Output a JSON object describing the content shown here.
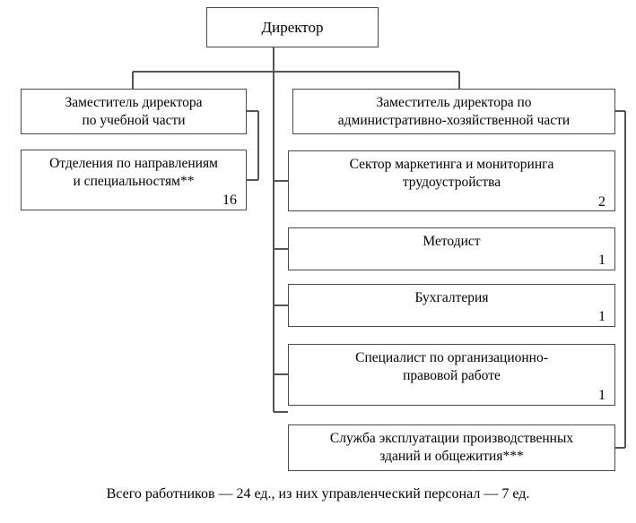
{
  "diagram": {
    "type": "org-chart",
    "title_box": {
      "label": "Директор",
      "count": ""
    },
    "left_branch": [
      {
        "id": "deputy-academic",
        "label": "Заместитель директора\nпо учебной части",
        "count": ""
      },
      {
        "id": "departments",
        "label": "Отделения по направлениям\nи специальностям**",
        "count": "16"
      }
    ],
    "right_branch": [
      {
        "id": "deputy-admin",
        "label": "Заместитель директора по\nадминистративно-хозяйственной части",
        "count": ""
      },
      {
        "id": "marketing",
        "label": "Сектор маркетинга и мониторинга\nтрудоустройства",
        "count": "2"
      },
      {
        "id": "methodist",
        "label": "Методист",
        "count": "1"
      },
      {
        "id": "accounting",
        "label": "Бухгалтерия",
        "count": "1"
      },
      {
        "id": "legal",
        "label": "Специалист по организационно-\nправовой работе",
        "count": "1"
      },
      {
        "id": "facilities",
        "label": "Служба эксплуатации производственных\nзданий и общежития***",
        "count": ""
      }
    ],
    "caption": "Всего работников — 24 ед., из них управленческий персонал — 7 ед.",
    "colors": {
      "box_border": "#4a4a4a",
      "connector": "#555555",
      "background": "#ffffff",
      "text": "#000000"
    }
  }
}
